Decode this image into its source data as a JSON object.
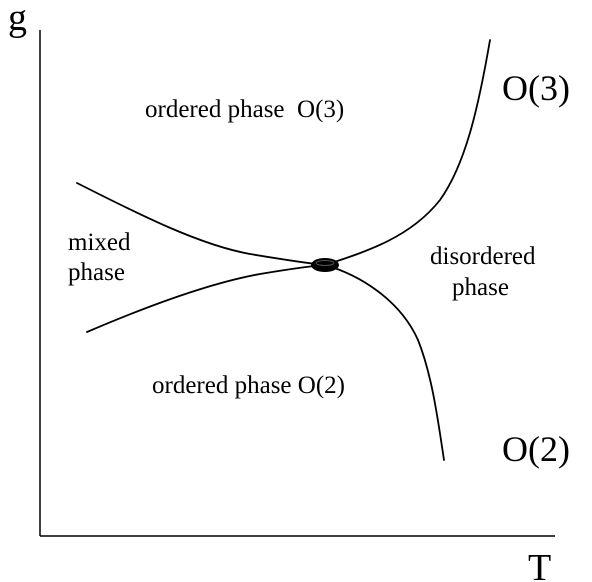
{
  "axes": {
    "y_label": "g",
    "x_label": "T"
  },
  "regions": {
    "ordered_o3": "ordered phase  O(3)",
    "mixed_line1": "mixed",
    "mixed_line2": "phase",
    "disordered_line1": "disordered",
    "disordered_line2": "phase",
    "ordered_o2": "ordered phase O(2)"
  },
  "symmetry_labels": {
    "upper": "O(3)",
    "lower": "O(2)"
  },
  "colors": {
    "line": "#000000",
    "background": "#ffffff"
  }
}
